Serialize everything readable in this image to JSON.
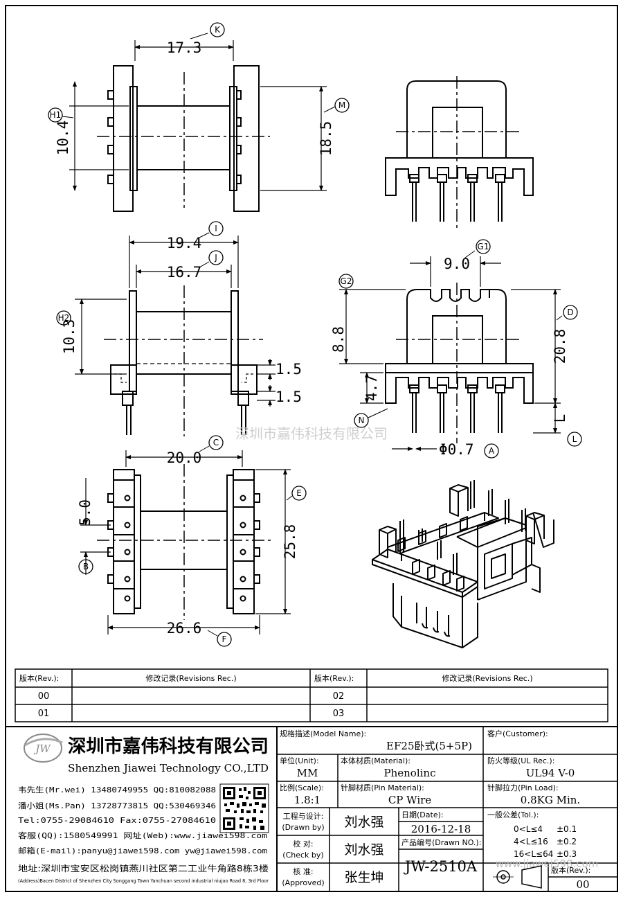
{
  "dimensions": {
    "k": "17.3",
    "h1": "10.4",
    "m": "18.5",
    "i": "19.4",
    "j": "16.7",
    "h2": "10.3",
    "w1": "1.5",
    "w2": "1.5",
    "g1": "9.0",
    "g2": "8.8",
    "d": "20.8",
    "n": "4.7",
    "l": "L",
    "pin": "Φ0.7",
    "c": "20.0",
    "b": "5.0",
    "e": "25.8",
    "f": "26.6"
  },
  "labels": {
    "k": "K",
    "h1": "H1",
    "m": "M",
    "i": "I",
    "j": "J",
    "h2": "H2",
    "g1": "G1",
    "g2": "G2",
    "d": "D",
    "n": "N",
    "l": "L",
    "a": "A",
    "c": "C",
    "e": "E",
    "b": "B",
    "f": "F"
  },
  "watermark": "深圳市嘉伟科技有限公司",
  "revisions": {
    "rev_header": "版本(Rev.):",
    "rec_header": "修改记录(Revisions Rec.)",
    "rows": [
      [
        "00",
        "02"
      ],
      [
        "01",
        "03"
      ]
    ]
  },
  "company": {
    "logo_text": "JW",
    "name_cn": "深圳市嘉伟科技有限公司",
    "name_en": "Shenzhen Jiawei Technology CO.,LTD",
    "contacts": [
      "韦先生(Mr.wei) 13480749955 QQ:810082088",
      "潘小姐(Ms.Pan) 13728773815 QQ:530469346",
      "Tel:0755-29084610     Fax:0755-27084610",
      "客服(QQ):1580549991   网址(Web):www.jiawei598.com",
      "邮箱(E-mail):panyu@jiawei598.com  yw@jiawei598.com"
    ],
    "address_cn": "地址:深圳市宝安区松岗镇燕川社区第二工业牛角路8栋3楼",
    "address_en": "(Address)Bacen District of Shenzhen City Songgang Town Yanchuan  second industrial niujao Road 8, 3rd Floor"
  },
  "title_block": {
    "model_label": "规格描述(Model Name):",
    "model": "EF25卧式(5+5P)",
    "customer_label": "客户(Customer):",
    "unit_label": "单位(Unit):",
    "unit": "MM",
    "material_label": "本体材质(Material):",
    "material": "Phenolinc",
    "ul_label": "防火等级(UL Rec.):",
    "ul": "UL94 V-0",
    "scale_label": "比例(Scale):",
    "scale": "1.8:1",
    "pin_material_label": "针脚材质(Pin Material):",
    "pin_material": "CP Wire",
    "pin_load_label": "针脚拉力(Pin Load):",
    "pin_load": "0.8KG Min.",
    "drawn_label_cn": "工程与设计:",
    "drawn_label_en": "(Drawn by)",
    "drawn": "刘水强",
    "date_label": "日期(Date):",
    "date": "2016-12-18",
    "tol_label": "一般公差(Tol.):",
    "tol": [
      [
        "0<L≤4",
        "±0.1"
      ],
      [
        "4<L≤16",
        "±0.2"
      ],
      [
        "16<L≤64",
        "±0.3"
      ]
    ],
    "check_label_cn": "校  对:",
    "check_label_en": "(Check by)",
    "check": "刘水强",
    "drawing_no_label": "产品编号(Drawn NO.):",
    "drawing_no": "JW-2510A",
    "approved_label_cn": "核  准:",
    "approved_label_en": "(Approved)",
    "approved": "张生坤",
    "rev_label": "版本(Rev.):",
    "rev": "00",
    "wm2": "www.jjawei598.com"
  }
}
